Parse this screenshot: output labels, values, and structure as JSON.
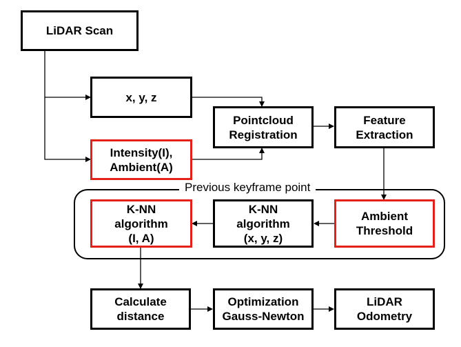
{
  "diagram": {
    "nodes": [
      {
        "id": "lidar_scan",
        "label": "LiDAR Scan",
        "highlight": false
      },
      {
        "id": "xyz",
        "label": "x, y, z",
        "highlight": false
      },
      {
        "id": "intensity_ambient",
        "label": "Intensity(I),\nAmbient(A)",
        "highlight": true
      },
      {
        "id": "pointcloud_registration",
        "label": "Pointcloud\nRegistration",
        "highlight": false
      },
      {
        "id": "feature_extraction",
        "label": "Feature\nExtraction",
        "highlight": false
      },
      {
        "id": "ambient_threshold",
        "label": "Ambient\nThreshold",
        "highlight": true
      },
      {
        "id": "knn_xyz",
        "label": "K-NN\nalgorithm\n(x, y, z)",
        "highlight": false
      },
      {
        "id": "knn_ia",
        "label": "K-NN\nalgorithm\n(I, A)",
        "highlight": true
      },
      {
        "id": "calculate_distance",
        "label": "Calculate\ndistance",
        "highlight": false
      },
      {
        "id": "optimization",
        "label": "Optimization\nGauss-Newton",
        "highlight": false
      },
      {
        "id": "lidar_odometry",
        "label": "LiDAR\nOdometry",
        "highlight": false
      }
    ],
    "group": {
      "label": "Previous keyframe point",
      "members": [
        "ambient_threshold",
        "knn_xyz",
        "knn_ia"
      ]
    },
    "edges": [
      {
        "from": "lidar_scan",
        "to": "xyz"
      },
      {
        "from": "lidar_scan",
        "to": "intensity_ambient"
      },
      {
        "from": "xyz",
        "to": "pointcloud_registration"
      },
      {
        "from": "intensity_ambient",
        "to": "pointcloud_registration"
      },
      {
        "from": "pointcloud_registration",
        "to": "feature_extraction"
      },
      {
        "from": "feature_extraction",
        "to": "ambient_threshold"
      },
      {
        "from": "ambient_threshold",
        "to": "knn_xyz"
      },
      {
        "from": "knn_xyz",
        "to": "knn_ia"
      },
      {
        "from": "knn_ia",
        "to": "calculate_distance"
      },
      {
        "from": "calculate_distance",
        "to": "optimization"
      },
      {
        "from": "optimization",
        "to": "lidar_odometry"
      }
    ],
    "colors": {
      "highlight_border": "#e32119",
      "default_border": "#000000",
      "text": "#000000"
    }
  }
}
